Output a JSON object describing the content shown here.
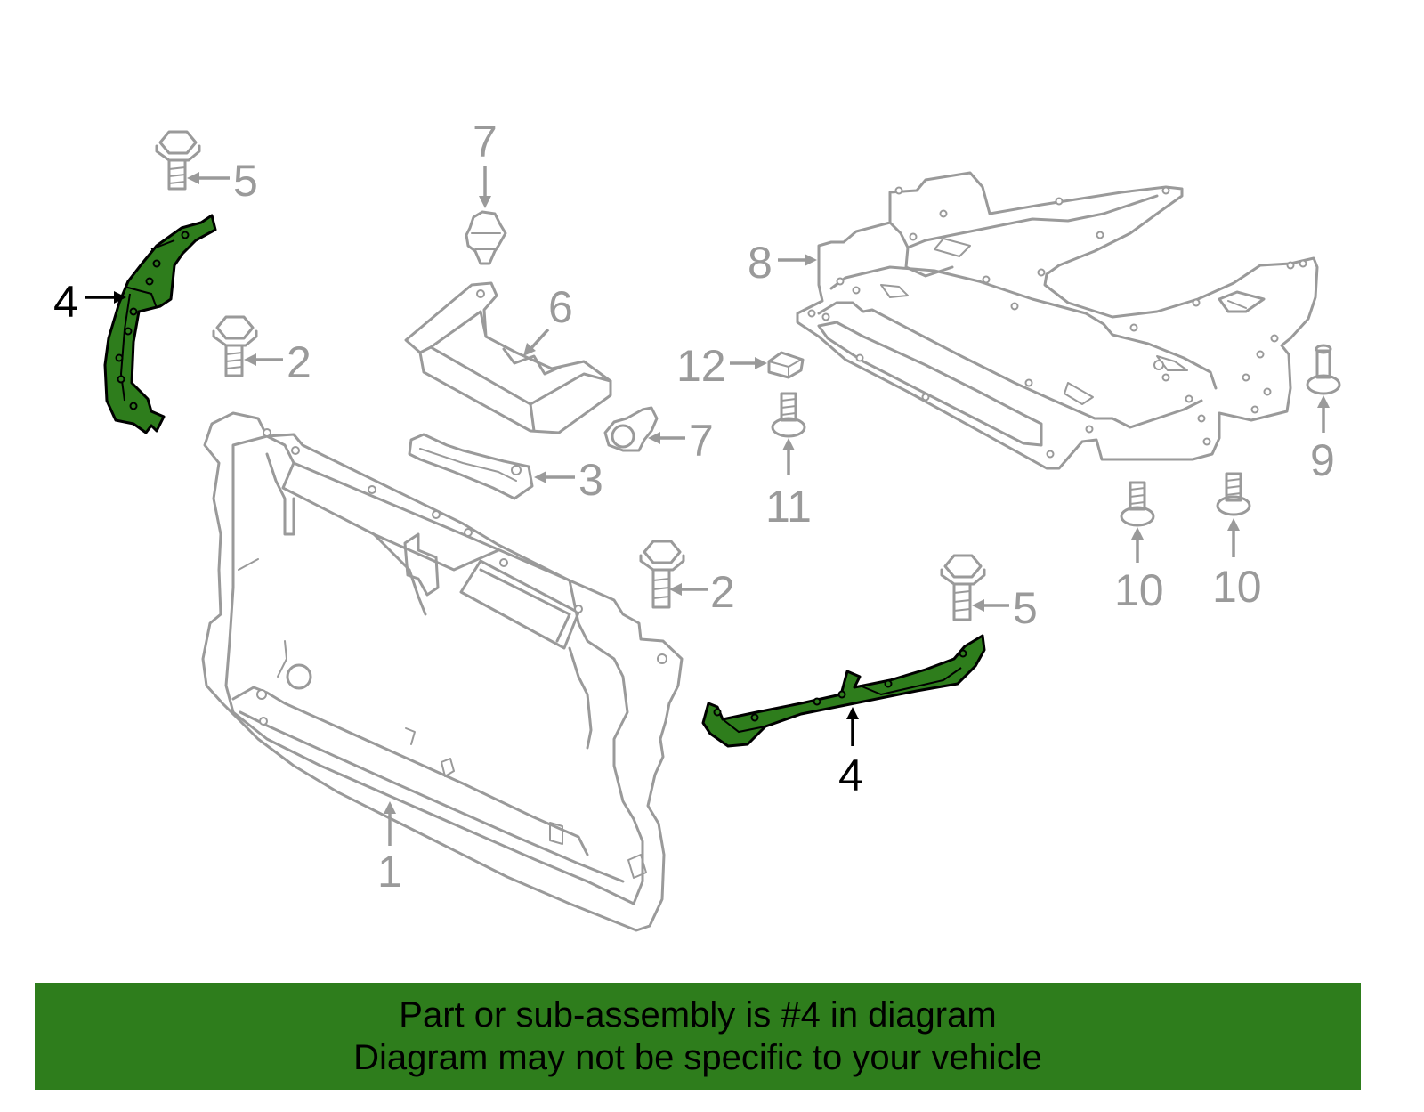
{
  "callouts": {
    "c1": "1",
    "c2a": "2",
    "c2b": "2",
    "c3": "3",
    "c4a": "4",
    "c4b": "4",
    "c5a": "5",
    "c5b": "5",
    "c6": "6",
    "c7a": "7",
    "c7b": "7",
    "c8": "8",
    "c9": "9",
    "c10a": "10",
    "c10b": "10",
    "c11": "11",
    "c12": "12"
  },
  "banner": {
    "line1": "Part or sub-assembly is #4 in diagram",
    "line2": "Diagram may not be specific to your vehicle"
  },
  "colors": {
    "highlight": "#2e7d1c",
    "line_art": "#9a9a9a",
    "banner_bg": "#2e7d1c"
  }
}
